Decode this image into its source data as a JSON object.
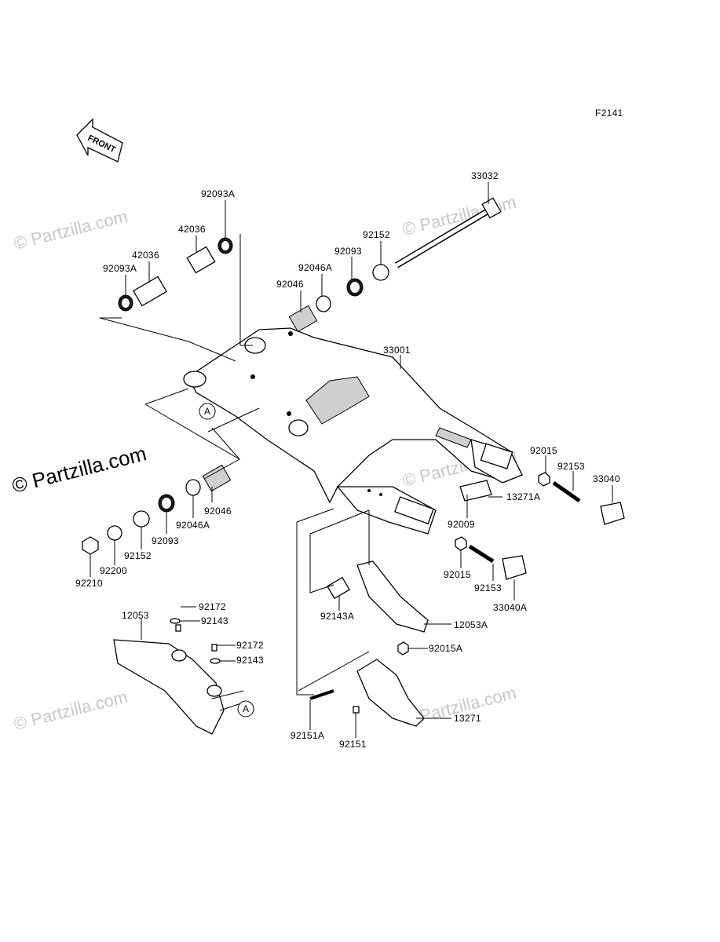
{
  "figure_code": "F2141",
  "front_arrow_label": "FRONT",
  "callout_letter": "A",
  "watermark": "© Partzilla.com",
  "parts": {
    "p33032": "33032",
    "p92093A_top": "92093A",
    "p42036_top": "42036",
    "p42036_left": "42036",
    "p92093A_left": "92093A",
    "p92152_top": "92152",
    "p92093_top": "92093",
    "p92046A_top": "92046A",
    "p92046_top": "92046",
    "p33001": "33001",
    "p92015_right": "92015",
    "p92153_right": "92153",
    "p33040": "33040",
    "p13271A": "13271A",
    "p92009": "92009",
    "p92046_bottom": "92046",
    "p92046A_bottom": "92046A",
    "p92093_bottom": "92093",
    "p92152_bottom": "92152",
    "p92200": "92200",
    "p92210": "92210",
    "p92015_mid": "92015",
    "p92153_mid": "92153",
    "p33040A": "33040A",
    "p92143A": "92143A",
    "p12053A": "12053A",
    "p12053": "12053",
    "p92172_a": "92172",
    "p92143_a": "92143",
    "p92172_b": "92172",
    "p92143_b": "92143",
    "p92015A": "92015A",
    "p13271": "13271",
    "p92151A": "92151A",
    "p92151": "92151"
  }
}
